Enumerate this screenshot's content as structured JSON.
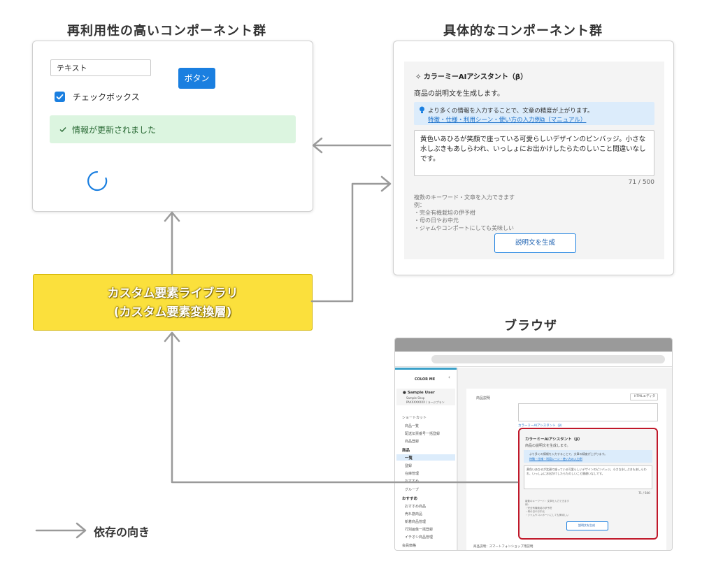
{
  "headings": {
    "reusable": "再利用性の高いコンポーネント群",
    "specific": "具体的なコンポーネント群",
    "browser": "ブラウザ"
  },
  "reusable_card": {
    "textfield_value": "テキスト",
    "button_label": "ボタン",
    "checkbox_label": "チェックボックス",
    "checkbox_checked": true,
    "alert_text": "情報が更新されました",
    "alert_icon": "check-icon",
    "spinner_icon": "spinner-icon"
  },
  "ai_panel": {
    "title": "カラーミーAIアシスタント（β）",
    "subtitle": "商品の説明文を生成します。",
    "info_line1": "より多くの情報を入力することで、文章の精度が上がります。",
    "info_link": "特徴・仕様・利用シーン・使い方の入力例",
    "info_suffix": "（マニュアル）",
    "textarea_value": "黄色いあひるが笑顔で座っている可愛らしいデザインのピンバッジ。小さな水しぶきもあしらわれ、いっしょにお出かけしたらたのしいこと間違いなしです。",
    "counter": "71 / 500",
    "hint_lines": [
      "複数のキーワード・文章を入力できます",
      "例：",
      "・完全有機栽培の伊予柑",
      "・母の日やお中元",
      "・ジャムやコンポートにしても美味しい"
    ],
    "generate_button": "説明文を生成"
  },
  "library": {
    "line1": "カスタム要素ライブラリ",
    "line2": "(カスタム要素変換層)"
  },
  "browser_mock": {
    "logo": "COLOR ME",
    "user_name": "Sample User",
    "user_shop": "Sample Shop",
    "user_id": "PAXXXXXXXX / ラージプラン",
    "sidebar_items": [
      "ショートカット",
      "商品一覧",
      "配送伝票番号一括登録",
      "商品登録",
      "商品",
      "一覧",
      "登録",
      "在庫管理",
      "おすすめ",
      "グループ",
      "おすすめ",
      "おすすめ商品",
      "売れ筋商品",
      "新着商品管理",
      "行別画像一括登録",
      "イチオシ商品管理",
      "会員価格"
    ],
    "field_label": "商品説明",
    "html_editor": "HTMLエディタ",
    "ai_toggle": "カラーミーAIアシスタント（β）",
    "footer": "商品説明：スマートフォンショップ用説明"
  },
  "legend": {
    "label": "依存の向き"
  },
  "colors": {
    "primary_blue": "#1a7fe0",
    "library_yellow": "#fbe03c",
    "arrow_gray": "#9a9a9a",
    "highlight_red": "#c0182a",
    "success_green_bg": "#dcf5e0"
  }
}
